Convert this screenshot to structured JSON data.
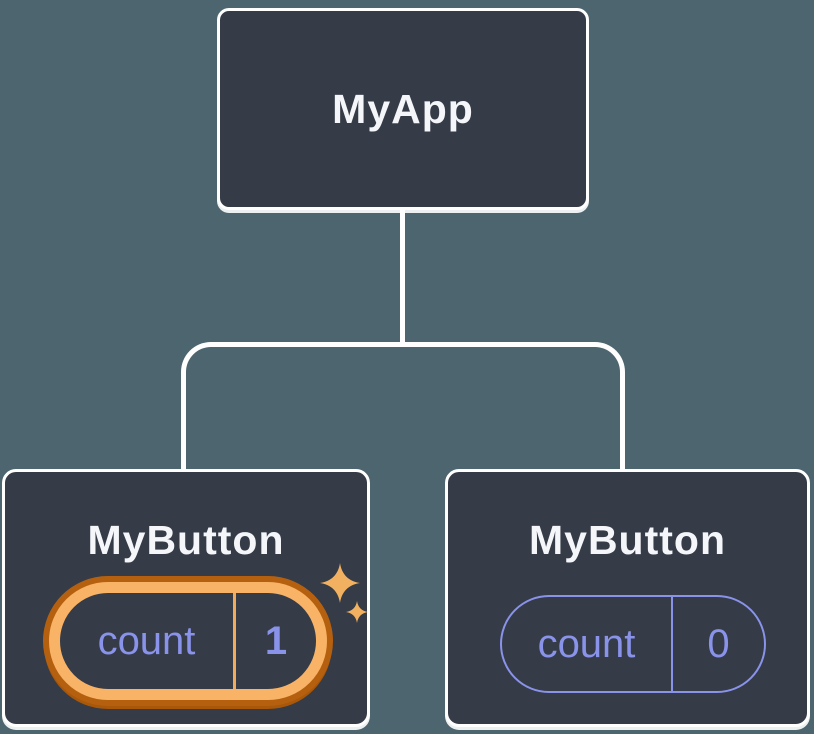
{
  "diagram": {
    "root": {
      "label": "MyApp"
    },
    "children": [
      {
        "label": "MyButton",
        "state_key": "count",
        "state_value": "1",
        "highlighted": true
      },
      {
        "label": "MyButton",
        "state_key": "count",
        "state_value": "0",
        "highlighted": false
      }
    ]
  },
  "icons": [
    {
      "name": "sparkle-icon-large",
      "glyph": "four-point-sparkle"
    },
    {
      "name": "sparkle-icon-small",
      "glyph": "four-point-sparkle"
    }
  ],
  "colors": {
    "background": "#4C656E",
    "node_fill": "#353B47",
    "node_border": "#FFFFFF",
    "connector": "#FFFFFF",
    "accent_purple": "#8A93EA",
    "highlight_gold": "#F9B366",
    "highlight_dark_orange": "#B5600F",
    "highlight_divider": "#F2AB58",
    "sparkle_gold": "#F2B160",
    "title_text": "#F4F6FA"
  }
}
